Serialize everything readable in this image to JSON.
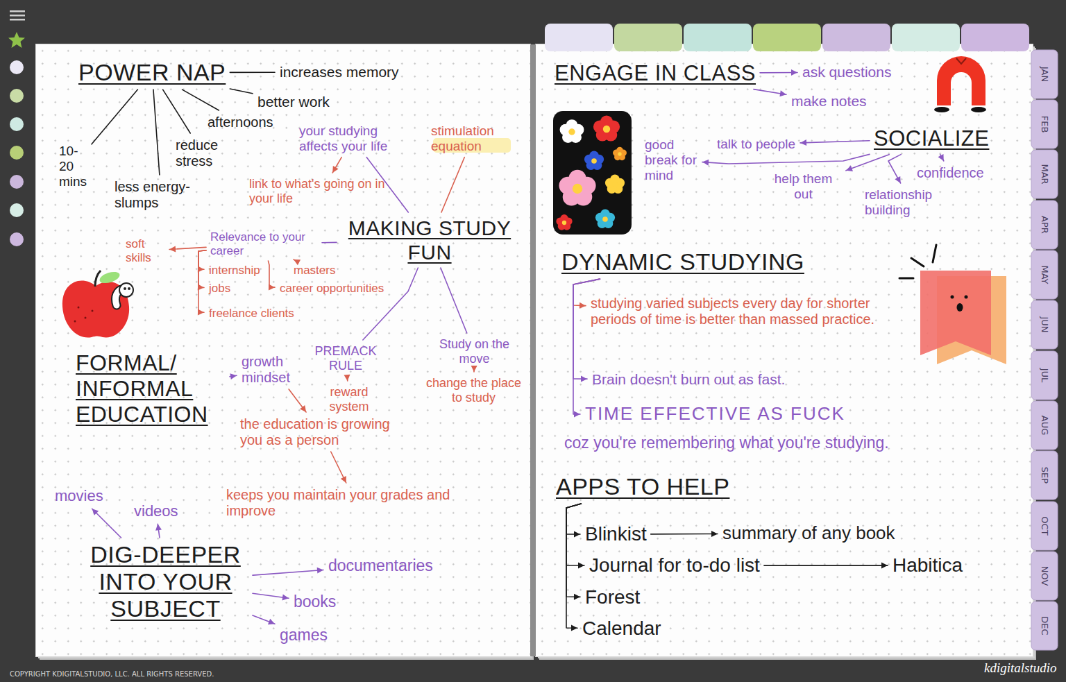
{
  "diagram": {
    "nodes": [
      {
        "text": [
          "POWER NAP"
        ]
      },
      {
        "text": [
          "increases memory"
        ]
      },
      {
        "text": [
          "better work"
        ]
      },
      {
        "text": [
          "afternoons"
        ]
      },
      {
        "text": [
          "reduce stress"
        ]
      },
      {
        "text": [
          "10- 20 mins"
        ]
      },
      {
        "text": [
          "less energy-slumps"
        ]
      },
      {
        "text": [
          "your studying affects your life"
        ]
      },
      {
        "text": [
          "stimulation equation"
        ]
      },
      {
        "text": [
          "link to what's going on in your life"
        ]
      },
      {
        "text": [
          "MAKING STUDY FUN"
        ]
      },
      {
        "text": [
          "Relevance to your career"
        ]
      },
      {
        "text": [
          "soft skills"
        ]
      },
      {
        "text": [
          "internship"
        ]
      },
      {
        "text": [
          "masters"
        ]
      },
      {
        "text": [
          "jobs"
        ]
      },
      {
        "text": [
          "career opportunities"
        ]
      },
      {
        "text": [
          "freelance clients"
        ]
      },
      {
        "text": [
          "PREMACK RULE"
        ]
      },
      {
        "text": [
          "reward system"
        ]
      },
      {
        "text": [
          "Study on the move"
        ]
      },
      {
        "text": [
          "change the place to study"
        ]
      },
      {
        "text": [
          "FORMAL/ INFORMAL EDUCATION"
        ]
      },
      {
        "text": [
          "growth mindset"
        ]
      },
      {
        "text": [
          "the education is growing you as a person"
        ]
      },
      {
        "text": [
          "keeps you maintain your grades and improve"
        ]
      },
      {
        "text": [
          "movies"
        ]
      },
      {
        "text": [
          "videos"
        ]
      },
      {
        "text": [
          "DIG-DEEPER INTO YOUR SUBJECT"
        ]
      },
      {
        "text": [
          "documentaries"
        ]
      },
      {
        "text": [
          "books"
        ]
      },
      {
        "text": [
          "games"
        ]
      },
      {
        "text": [
          "ENGAGE IN CLASS"
        ]
      },
      {
        "text": [
          "ask questions"
        ]
      },
      {
        "text": [
          "make notes"
        ]
      },
      {
        "text": [
          "SOCIALIZE"
        ]
      },
      {
        "text": [
          "talk to people"
        ]
      },
      {
        "text": [
          "good break for mind"
        ]
      },
      {
        "text": [
          "help them out"
        ]
      },
      {
        "text": [
          "confidence"
        ]
      },
      {
        "text": [
          "relationship building"
        ]
      },
      {
        "text": [
          "DYNAMIC STUDYING"
        ]
      },
      {
        "text": [
          "studying varied subjects every day for shorter periods of time is better than massed practice."
        ]
      },
      {
        "text": [
          "Brain doesn't burn out as fast."
        ]
      },
      {
        "text": [
          "TIME EFFECTIVE AS FUCK"
        ]
      },
      {
        "text": [
          "coz you're remembering what you're studying."
        ]
      },
      {
        "text": [
          "APPS TO HELP"
        ]
      },
      {
        "text": [
          "Blinkist"
        ]
      },
      {
        "text": [
          "summary of any book"
        ]
      },
      {
        "text": [
          "Journal for to-do list"
        ]
      },
      {
        "text": [
          "Habitica"
        ]
      },
      {
        "text": [
          "Forest"
        ]
      },
      {
        "text": [
          "Calendar"
        ]
      }
    ],
    "edges": [
      {
        "from": 0,
        "to": 1,
        "arrow": "none"
      },
      {
        "from": 0,
        "to": 2,
        "arrow": "none"
      },
      {
        "from": 0,
        "to": 3,
        "arrow": "none"
      },
      {
        "from": 0,
        "to": 4,
        "arrow": "none"
      },
      {
        "from": 0,
        "to": 5,
        "arrow": "none"
      },
      {
        "from": 0,
        "to": 6,
        "arrow": "none"
      },
      {
        "from": 7,
        "to": 10,
        "arrow": "none"
      },
      {
        "from": 7,
        "to": 9,
        "arrow": "to"
      },
      {
        "from": 8,
        "to": 10,
        "arrow": "none"
      },
      {
        "from": 10,
        "to": 11,
        "arrow": "none"
      },
      {
        "from": 11,
        "to": 12,
        "arrow": "to"
      },
      {
        "from": 11,
        "to": 13,
        "arrow": "to"
      },
      {
        "from": 11,
        "to": 14,
        "arrow": "to"
      },
      {
        "from": 11,
        "to": 15,
        "arrow": "to"
      },
      {
        "from": 11,
        "to": 16,
        "arrow": "to"
      },
      {
        "from": 11,
        "to": 17,
        "arrow": "to"
      },
      {
        "from": 10,
        "to": 18,
        "arrow": "none"
      },
      {
        "from": 18,
        "to": 19,
        "arrow": "to"
      },
      {
        "from": 10,
        "to": 20,
        "arrow": "none"
      },
      {
        "from": 20,
        "to": 21,
        "arrow": "to"
      },
      {
        "from": 22,
        "to": 23,
        "arrow": "to"
      },
      {
        "from": 23,
        "to": 24,
        "arrow": "to"
      },
      {
        "from": 24,
        "to": 25,
        "arrow": "to"
      },
      {
        "from": 28,
        "to": 26,
        "arrow": "to"
      },
      {
        "from": 28,
        "to": 27,
        "arrow": "to"
      },
      {
        "from": 28,
        "to": 29,
        "arrow": "to"
      },
      {
        "from": 28,
        "to": 30,
        "arrow": "to"
      },
      {
        "from": 28,
        "to": 31,
        "arrow": "to"
      },
      {
        "from": 32,
        "to": 33,
        "arrow": "to"
      },
      {
        "from": 32,
        "to": 34,
        "arrow": "to"
      },
      {
        "from": 35,
        "to": 36,
        "arrow": "to"
      },
      {
        "from": 35,
        "to": 37,
        "arrow": "to"
      },
      {
        "from": 35,
        "to": 38,
        "arrow": "to"
      },
      {
        "from": 35,
        "to": 39,
        "arrow": "to"
      },
      {
        "from": 35,
        "to": 40,
        "arrow": "to"
      },
      {
        "from": 41,
        "to": 42,
        "arrow": "to"
      },
      {
        "from": 41,
        "to": 43,
        "arrow": "to"
      },
      {
        "from": 41,
        "to": 44,
        "arrow": "to"
      },
      {
        "from": 46,
        "to": 47,
        "arrow": "to"
      },
      {
        "from": 47,
        "to": 48,
        "arrow": "to"
      },
      {
        "from": 46,
        "to": 49,
        "arrow": "to"
      },
      {
        "from": 49,
        "to": 50,
        "arrow": "to"
      },
      {
        "from": 46,
        "to": 51,
        "arrow": "to"
      },
      {
        "from": 46,
        "to": 52,
        "arrow": "to"
      }
    ],
    "labels": [
      "JAN",
      "FEB",
      "MAR",
      "APR",
      "MAY",
      "JUN",
      "JUL",
      "AUG",
      "SEP",
      "OCT",
      "NOV",
      "DEC",
      "COPYRIGHT KDIGITALSTUDIO, LLC. ALL RIGHTS RESERVED.",
      "kdigitalstudio"
    ]
  }
}
